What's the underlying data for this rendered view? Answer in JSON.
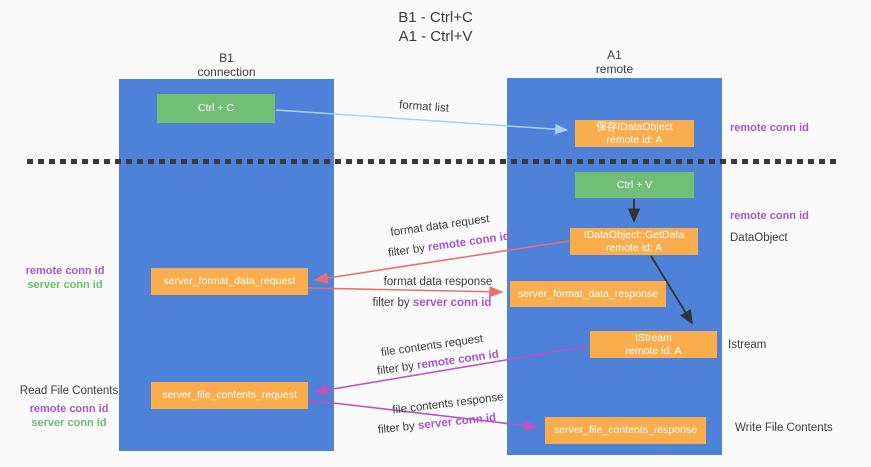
{
  "title": {
    "line1": "B1 - Ctrl+C",
    "line2": "A1 - Ctrl+V"
  },
  "lanes": {
    "left": {
      "title": "B1",
      "subtitle": "connection"
    },
    "right": {
      "title": "A1",
      "subtitle": "remote"
    }
  },
  "nodes": {
    "ctrl_c": {
      "label": "Ctrl + C"
    },
    "ctrl_v": {
      "label": "Ctrl + V"
    },
    "save_dataobject": {
      "line1": "保存IDataObject",
      "line2": "remote id: A"
    },
    "getdata": {
      "line1": "IDataObject::GetData",
      "line2": "remote id: A"
    },
    "istream": {
      "line1": "IStream",
      "line2": "remote id: A"
    },
    "format_request": {
      "label": "server_format_data_request"
    },
    "format_response": {
      "label": "server_format_data_response"
    },
    "file_request": {
      "label": "server_file_contents_request"
    },
    "file_response": {
      "label": "server_file_contents_response"
    }
  },
  "annotations": {
    "remote_conn_id_top": "remote conn id",
    "remote_conn_id_mid": "remote conn id",
    "dataobject": "DataObject",
    "istream": "Istream",
    "write_file_contents": "Write File Contents",
    "read_file_contents": "Read File Contents",
    "left_group1": {
      "remote": "remote conn id",
      "server": "server conn id"
    },
    "left_group2": {
      "remote": "remote conn id",
      "server": "server conn id"
    }
  },
  "arrow_labels": {
    "format_list": "format list",
    "format_data_request": "format data request",
    "format_data_request_filter": {
      "prefix": "filter by ",
      "highlight": "remote conn id"
    },
    "format_data_response": "format data response",
    "format_data_response_filter": {
      "prefix": "filter by ",
      "highlight": "server conn id"
    },
    "file_contents_request": "file contents request",
    "file_contents_request_filter": {
      "prefix": "filter by ",
      "highlight": "remote conn id"
    },
    "file_contents_response": "file contents response",
    "file_contents_response_filter": {
      "prefix": "filter by ",
      "highlight": "server conn id"
    }
  },
  "colors": {
    "lane_blue": "#4d82d8",
    "box_green": "#70bf74",
    "box_orange": "#f9ad4d",
    "arrow_salmon": "#e57070",
    "arrow_magenta": "#c052c6",
    "arrow_lightblue": "#a5d3f3",
    "arrow_black": "#333333",
    "text_purple": "#a855c8",
    "text_green": "#68c06d",
    "text_dark": "#3c3c3c"
  }
}
